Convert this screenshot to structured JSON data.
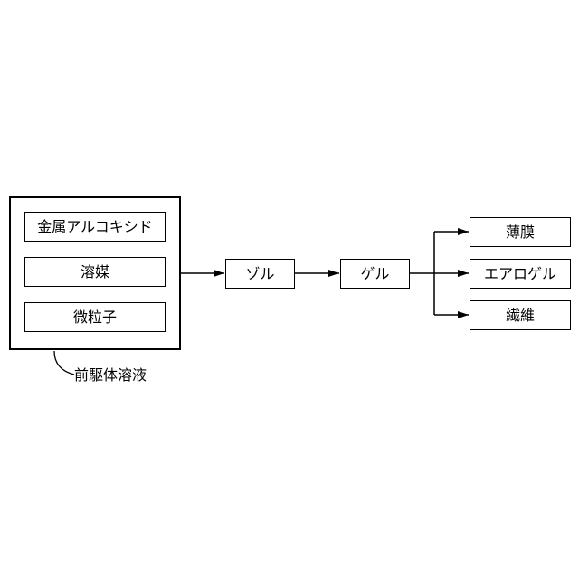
{
  "precursor": {
    "items": [
      "金属アルコキシド",
      "溶媒",
      "微粒子"
    ],
    "caption": "前駆体溶液"
  },
  "stages": {
    "sol": "ゾル",
    "gel": "ゲル"
  },
  "products": [
    "薄膜",
    "エアロゲル",
    "繊維"
  ]
}
